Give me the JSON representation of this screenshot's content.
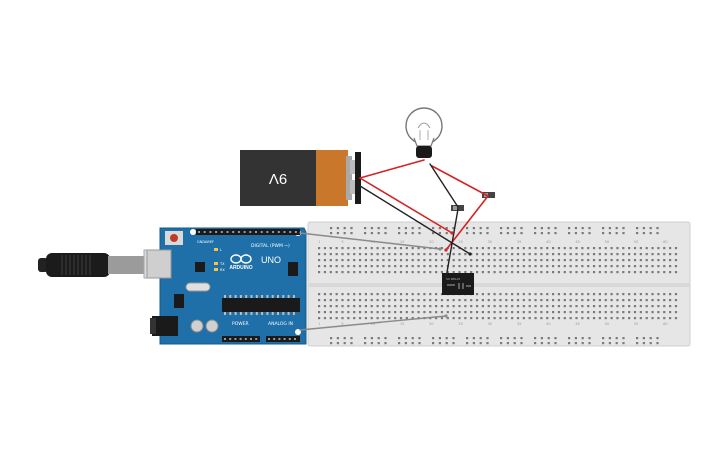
{
  "battery": {
    "label": "9V"
  },
  "arduino": {
    "brand": "ARDUINO",
    "model": "UNO",
    "digital_header": "DIGITAL (PWM ~)",
    "power_header": "POWER",
    "analog_header": "ANALOG IN",
    "aref": "AREF",
    "gnd": "GND",
    "tx": "TX",
    "rx": "RX",
    "l": "L",
    "on": "ON"
  },
  "breadboard": {
    "column_numbers": [
      "1",
      "5",
      "10",
      "15",
      "20",
      "25",
      "30",
      "35",
      "40",
      "45",
      "50",
      "55",
      "60"
    ]
  },
  "relay": {
    "label": "5V RELAY"
  },
  "colors": {
    "board_blue": "#1f6fa8",
    "breadboard": "#e6e6e6",
    "wire_red": "#d42424",
    "wire_black": "#222222",
    "wire_gray": "#8a8a8a",
    "battery_orange": "#c9772a",
    "battery_black": "#333333"
  }
}
